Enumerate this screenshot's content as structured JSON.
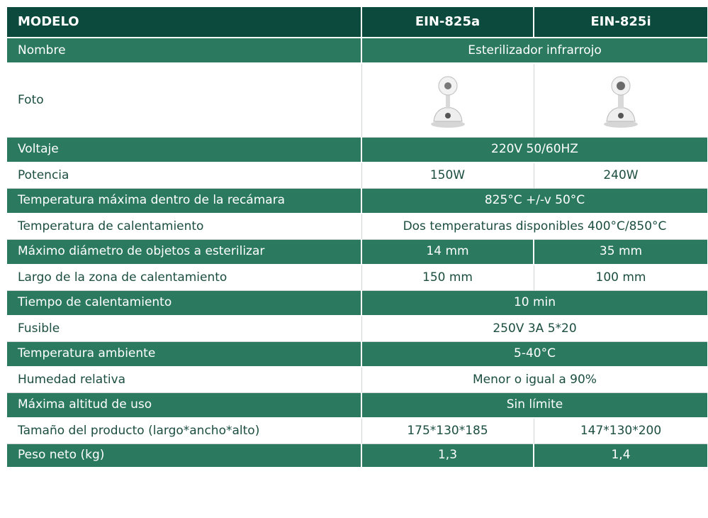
{
  "header": {
    "model_label": "MODELO",
    "model_a": "EIN-825a",
    "model_i": "EIN-825i"
  },
  "rows": [
    {
      "label": "Nombre",
      "value": "Esterilizador infrarrojo"
    },
    {
      "label": "Foto",
      "image_a": "sterilizer-device-image",
      "image_i": "sterilizer-device-image"
    },
    {
      "label": "Voltaje",
      "value": "220V 50/60HZ"
    },
    {
      "label": "Potencia",
      "a": "150W",
      "i": "240W"
    },
    {
      "label": "Temperatura máxima dentro de la recámara",
      "value": "825°C +/-v 50°C"
    },
    {
      "label": "Temperatura de calentamiento",
      "value": "Dos temperaturas disponibles 400°C/850°C"
    },
    {
      "label": "Máximo diámetro de objetos a esterilizar",
      "a": "14 mm",
      "i": "35 mm"
    },
    {
      "label": "Largo de la zona de calentamiento",
      "a": "150 mm",
      "i": "100 mm"
    },
    {
      "label": "Tiempo de calentamiento",
      "value": "10 min"
    },
    {
      "label": "Fusible",
      "value": "250V 3A 5*20"
    },
    {
      "label": "Temperatura ambiente",
      "value": "5-40°C"
    },
    {
      "label": "Humedad relativa",
      "value": "Menor o igual a 90%"
    },
    {
      "label": "Máxima altitud de uso",
      "value": "Sin límite"
    },
    {
      "label": "Tamaño del producto (largo*ancho*alto)",
      "a": "175*130*185",
      "i": "147*130*200"
    },
    {
      "label": "Peso neto (kg)",
      "a": "1,3",
      "i": "1,4"
    }
  ],
  "colors": {
    "header": "#0b4a3c",
    "dark_row": "#2b7a5f",
    "light_row": "#ffffff",
    "light_text": "#1c4e40"
  }
}
